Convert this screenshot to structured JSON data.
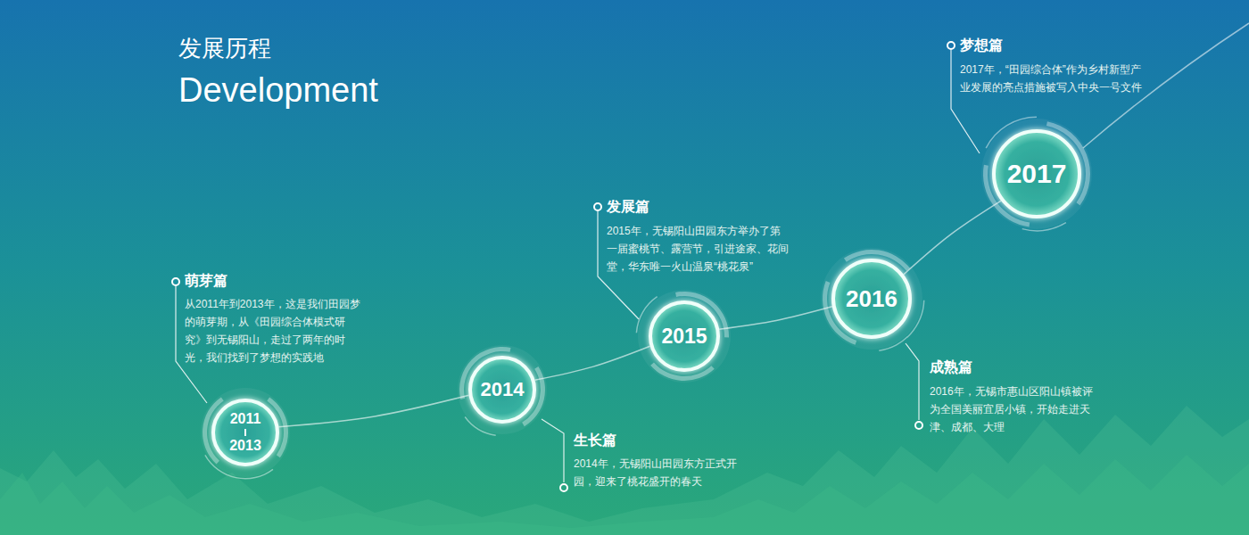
{
  "diagram": {
    "title": "发展历程",
    "nodes": [
      {
        "text": [
          "2011 2013"
        ]
      },
      {
        "text": [
          "2014"
        ]
      },
      {
        "text": [
          "2015"
        ]
      },
      {
        "text": [
          "2016"
        ]
      },
      {
        "text": [
          "2017"
        ]
      }
    ],
    "edges": [
      {
        "from": 0,
        "to": 1,
        "arrow": "none"
      },
      {
        "from": 1,
        "to": 2,
        "arrow": "none"
      },
      {
        "from": 2,
        "to": 3,
        "arrow": "none"
      },
      {
        "from": 3,
        "to": 4,
        "arrow": "none"
      }
    ],
    "labels": [
      "Development",
      "萌芽篇",
      "从2011年到2013年，这是我们田园梦的萌芽期，从《田园综合体模式研究》到无锡阳山，走过了两年的时光，我们找到了梦想的实践地",
      "生长篇",
      "2014年，无锡阳山田园东方正式开园，迎来了桃花盛开的春天",
      "发展篇",
      "2015年，无锡阳山田园东方举办了第一届蜜桃节、露营节，引进途家、花间堂，华东唯一火山温泉“桃花泉”",
      "成熟篇",
      "2016年，无锡市惠山区阳山镇被评为全国美丽宜居小镇，开始走进天津、成都、大理",
      "梦想篇",
      "2017年，“田园综合体”作为乡村新型产业发展的亮点措施被写入中央一号文件"
    ]
  }
}
